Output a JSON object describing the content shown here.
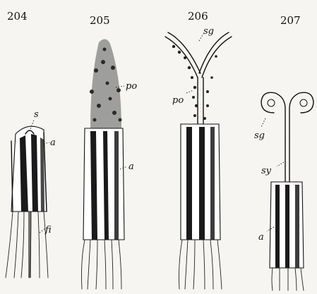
{
  "figures": [
    {
      "number": "204",
      "labels": {
        "stigma": "s",
        "anther": "a",
        "filament": "fi"
      }
    },
    {
      "number": "205",
      "labels": {
        "pollen": "po",
        "anther": "a"
      }
    },
    {
      "number": "206",
      "labels": {
        "stigma": "sg",
        "pollen": "po"
      }
    },
    {
      "number": "207",
      "labels": {
        "stigma": "sg",
        "style": "sy",
        "anther": "a"
      }
    }
  ],
  "colors": {
    "ink": "#111111",
    "paper": "#f6f5f1"
  }
}
